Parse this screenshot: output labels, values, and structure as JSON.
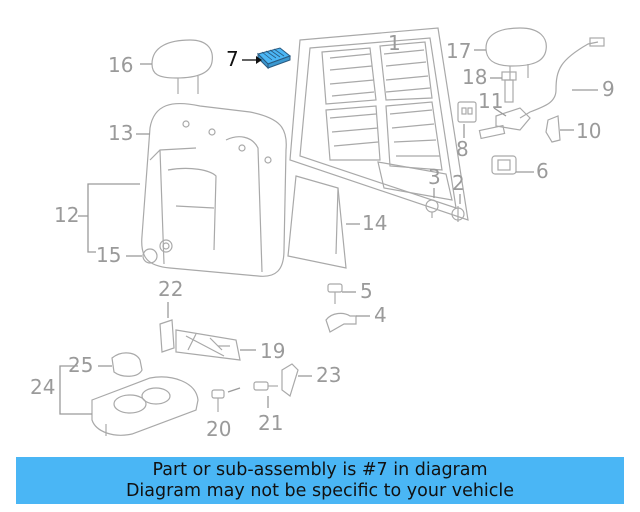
{
  "callouts": {
    "c1": "1",
    "c2": "2",
    "c3": "3",
    "c4": "4",
    "c5": "5",
    "c6": "6",
    "c7": "7",
    "c8": "8",
    "c9": "9",
    "c10": "10",
    "c11": "11",
    "c12": "12",
    "c13": "13",
    "c14": "14",
    "c15": "15",
    "c16": "16",
    "c17": "17",
    "c18": "18",
    "c19": "19",
    "c20": "20",
    "c21": "21",
    "c22": "22",
    "c23": "23",
    "c24": "24",
    "c25": "25"
  },
  "highlight": {
    "callout": "7",
    "color": "#4ab6f5"
  },
  "colors": {
    "line_art": "#a9a9a9",
    "banner_bg": "#4ab6f5",
    "banner_text": "#111111"
  },
  "banner": {
    "line1": "Part or sub-assembly is #7 in diagram",
    "line2": "Diagram may not be specific to your vehicle"
  }
}
